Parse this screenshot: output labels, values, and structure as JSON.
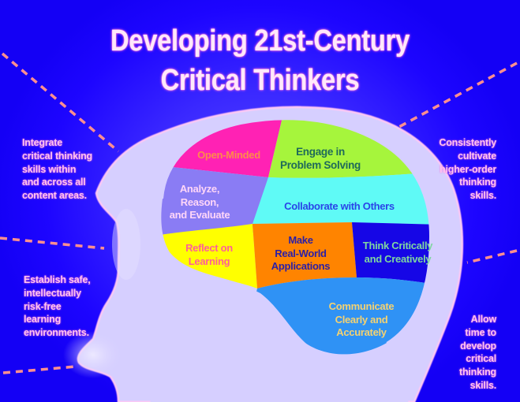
{
  "title": {
    "line1": "Developing 21st-Century",
    "line2": "Critical Thinkers"
  },
  "side_notes": {
    "top_left": [
      "Integrate",
      "critical thinking",
      "skills within",
      "and across all",
      "content areas."
    ],
    "bottom_left": [
      "Establish safe,",
      "intellectually",
      "risk-free",
      "learning",
      "environments."
    ],
    "top_right": [
      "Consistently",
      "cultivate",
      "higher-order",
      "thinking",
      "skills."
    ],
    "bottom_right": [
      "Allow",
      "time to",
      "develop",
      "critical",
      "thinking",
      "skills."
    ]
  },
  "brain_regions": [
    {
      "id": "open-minded",
      "lines": [
        "Open-Minded"
      ],
      "fill": "#ff22b4",
      "text_color": "#ff8a4a"
    },
    {
      "id": "engage-problem-solving",
      "lines": [
        "Engage in",
        "Problem Solving"
      ],
      "fill": "#a6f53c",
      "text_color": "#1f6a5a"
    },
    {
      "id": "analyze-reason-evaluate",
      "lines": [
        "Analyze,",
        "Reason,",
        "and Evaluate"
      ],
      "fill": "#8a7cf4",
      "text_color": "#ffd6f8"
    },
    {
      "id": "collaborate",
      "lines": [
        "Collaborate with Others"
      ],
      "fill": "#5ffaf6",
      "text_color": "#2a44e8"
    },
    {
      "id": "reflect-learning",
      "lines": [
        "Reflect on",
        "Learning"
      ],
      "fill": "#ffff00",
      "text_color": "#ff5f9a"
    },
    {
      "id": "real-world",
      "lines": [
        "Make",
        "Real-World",
        "Applications"
      ],
      "fill": "#ff8400",
      "text_color": "#2a1fa8"
    },
    {
      "id": "think-critically",
      "lines": [
        "Think Critically",
        "and Creatively"
      ],
      "fill": "#1606e6",
      "text_color": "#7fd6a0"
    },
    {
      "id": "communicate",
      "lines": [
        "Communicate",
        "Clearly and",
        "Accurately"
      ],
      "fill": "#2f92f5",
      "text_color": "#f5d270"
    }
  ],
  "colors": {
    "background": "#1a00ff",
    "head": "#d6cfff",
    "head_outline": "#f0c8ff",
    "dash": "#ff8f8f",
    "title": "#ffe8fb",
    "note_text": "#ffc2f0"
  }
}
